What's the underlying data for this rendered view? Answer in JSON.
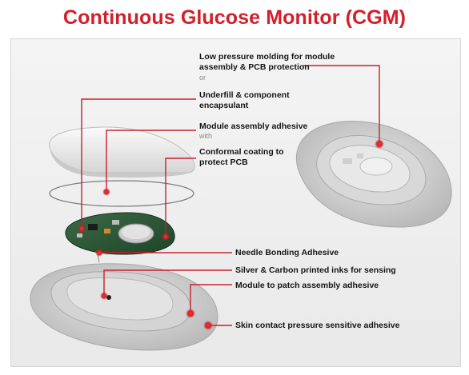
{
  "title": "Continuous Glucose Monitor (CGM)",
  "colors": {
    "title": "#d31f2a",
    "leader": "#c8202b",
    "marker": "#d11d27"
  },
  "callouts": [
    {
      "id": "low-pressure-molding",
      "lines": [
        "Low pressure molding for module",
        "assembly & PCB protection"
      ],
      "connector": "or"
    },
    {
      "id": "underfill",
      "lines": [
        "Underfill & component",
        "encapsulant"
      ]
    },
    {
      "id": "module-assembly-adhesive",
      "lines": [
        "Module assembly adhesive"
      ],
      "connector": "with"
    },
    {
      "id": "conformal-coating",
      "lines": [
        "Conformal coating to",
        "protect PCB"
      ]
    },
    {
      "id": "needle-bonding",
      "lines": [
        "Needle Bonding Adhesive"
      ]
    },
    {
      "id": "printed-inks",
      "lines": [
        "Silver & Carbon printed inks for sensing"
      ]
    },
    {
      "id": "module-to-patch",
      "lines": [
        "Module to patch assembly adhesive"
      ]
    },
    {
      "id": "skin-contact",
      "lines": [
        "Skin contact pressure sensitive adhesive"
      ]
    }
  ]
}
